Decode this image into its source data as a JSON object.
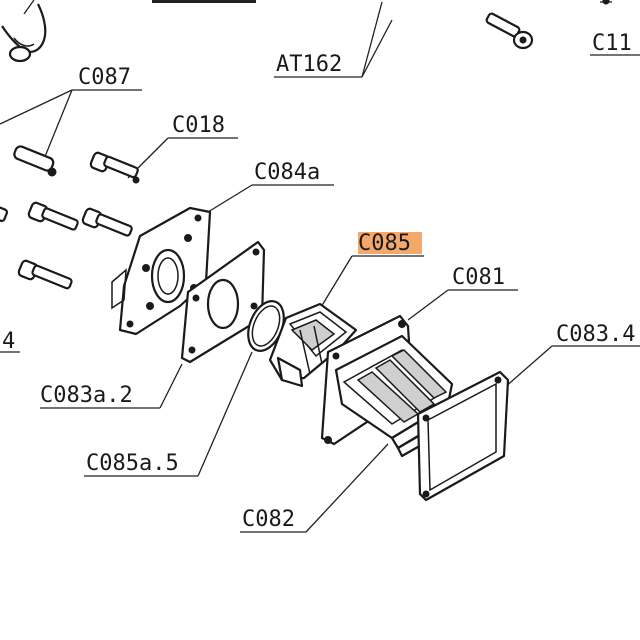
{
  "labels": {
    "at162": "AT162",
    "c11": "C11",
    "c087": "C087",
    "c018": "C018",
    "c084a": "C084a",
    "c085": "C085",
    "c081": "C081",
    "c083_4": "C083.4",
    "c4": "4",
    "c083a_2": "C083a.2",
    "c085a_5": "C085a.5",
    "c082": "C082"
  },
  "colors": {
    "highlight": "#f4a96a",
    "ink": "#1a1a1a"
  }
}
